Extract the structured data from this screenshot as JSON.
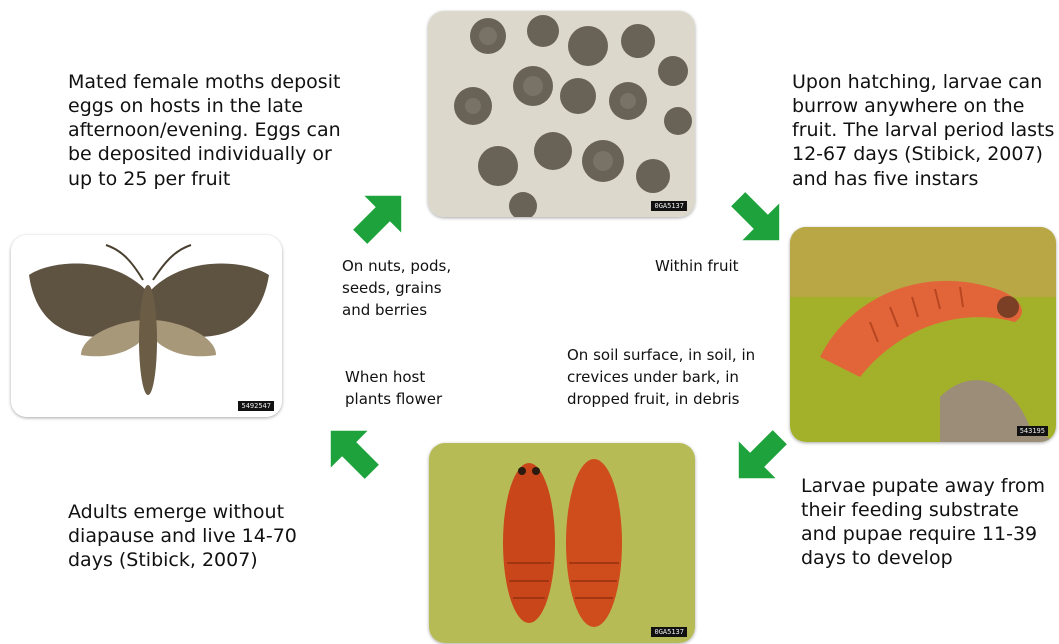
{
  "stages": {
    "eggs": {
      "description": "Mated female moths deposit\neggs on hosts in the late\nafternoon/evening. Eggs can\nbe deposited individually or\nup to 25 per fruit",
      "photo_id": "0GA5137"
    },
    "larvae": {
      "description": "Upon hatching, larvae can\nburrow anywhere on the\nfruit. The larval period lasts\n12-67 days (Stibick, 2007)\nand has five instars",
      "photo_id": "543195"
    },
    "pupae": {
      "description": "Larvae pupate away from\ntheir feeding substrate\nand pupae require 11-39\ndays  to develop",
      "photo_id": "0GA5137"
    },
    "adults": {
      "description": "Adults emerge without\ndiapause and live 14-70\ndays (Stibick, 2007)",
      "photo_id": "5492547"
    }
  },
  "transitions": {
    "adult_to_egg": "On nuts, pods,\nseeds, grains\nand berries",
    "egg_to_larva": "Within fruit",
    "larva_to_pupa": "On soil surface, in soil, in\ncrevices under bark, in\ndropped fruit, in debris",
    "pupa_to_adult": "When host\nplants flower"
  },
  "colors": {
    "arrow": "#1ea33c",
    "larva": "#e2653a",
    "pupa": "#c9461a",
    "leaf_bg": "#9aa623"
  },
  "icons": {
    "arrow": "thick-green-arrow"
  }
}
